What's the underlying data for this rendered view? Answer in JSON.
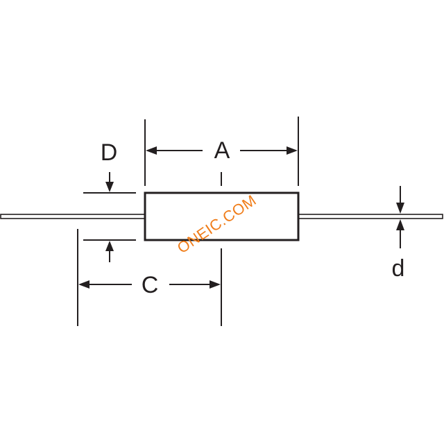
{
  "diagram": {
    "labels": {
      "A": "A",
      "C": "C",
      "D": "D",
      "d": "d"
    },
    "watermark": "ONEIC.COM",
    "colors": {
      "line": "#231f20",
      "watermark": "#f07d1a",
      "background": "#ffffff"
    }
  }
}
